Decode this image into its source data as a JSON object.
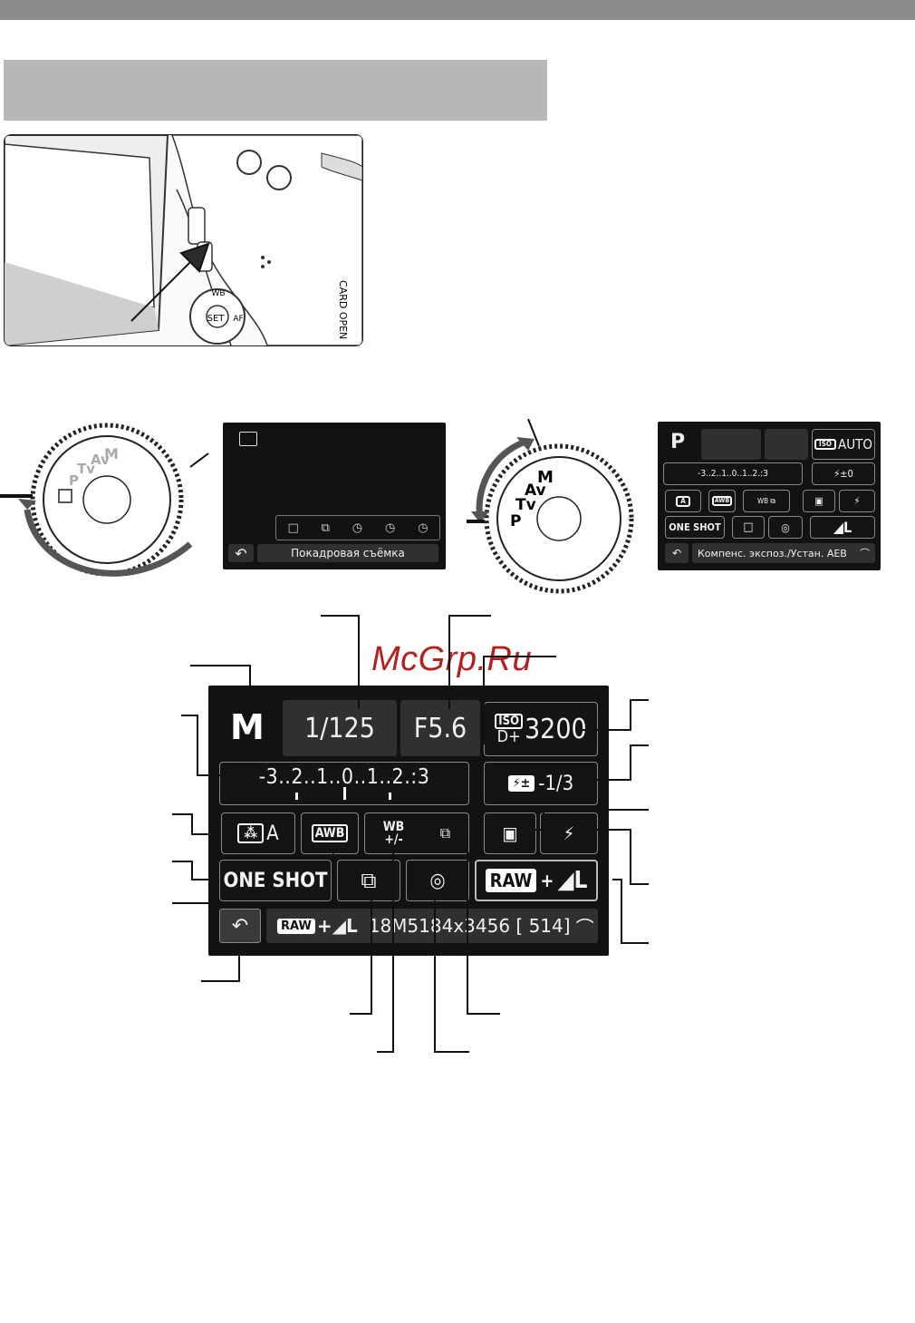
{
  "watermark": "McGrp.Ru",
  "photo": {
    "card_label": "CARD OPEN",
    "button_labels": {
      "wb": "WB",
      "set": "SET",
      "af": "AF"
    }
  },
  "small_screen_1": {
    "footer": "Покадровая съёмка"
  },
  "dial_modes": [
    "M",
    "Av",
    "Tv",
    "P"
  ],
  "small_screen_2": {
    "mode": "P",
    "iso": "AUTO",
    "scale": "-3..2..1..0..1..2.:3",
    "flash": "±0",
    "wb": "AWB",
    "af": "ONE SHOT",
    "quality": "L",
    "footer": "Компенс. экспоз./Устан. AEB"
  },
  "main_screen": {
    "mode": "M",
    "shutter": "1/125",
    "aperture": "F5.6",
    "iso_label": "ISO",
    "iso_sub": "D+",
    "iso": "3200",
    "scale": "-3..2..1..0..1..2.:3",
    "flash_comp": "-1/3",
    "picture_style": "A",
    "wb": "AWB",
    "wb_shift": "WB",
    "wb_shift_sub": "+/-",
    "af": "ONE SHOT",
    "quality_raw": "RAW",
    "quality_size": "L",
    "bottom_raw": "RAW",
    "bottom_info": "18M5184x3456 [ 514]"
  },
  "colors": {
    "lcd_bg": "#121212",
    "topbar": "#8c8c8c",
    "watermark": "#b51f1f"
  }
}
